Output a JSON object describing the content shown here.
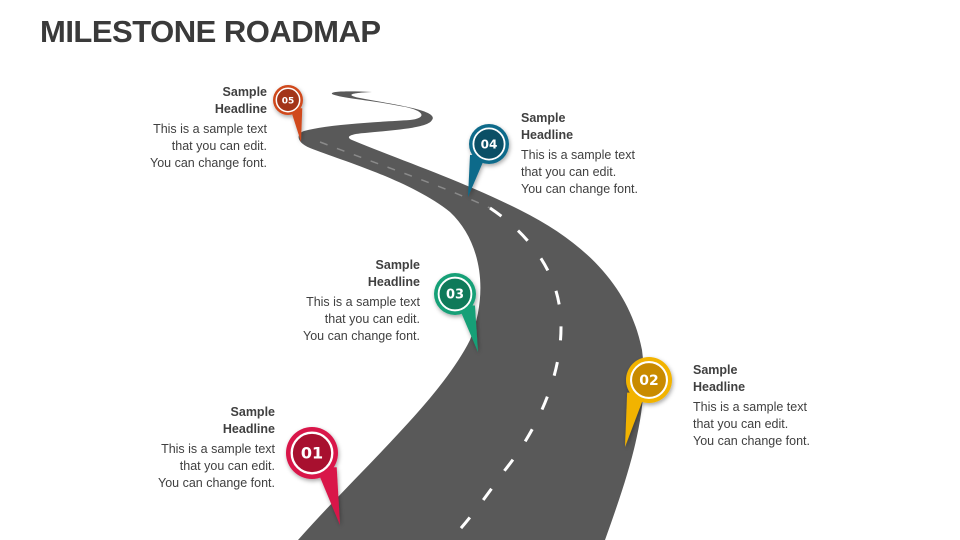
{
  "title": "MILESTONE ROADMAP",
  "milestones": [
    {
      "number": "01",
      "headline": [
        "Sample",
        "Headline"
      ],
      "text": [
        "This is a sample text",
        "that you can edit.",
        "You can change font."
      ],
      "color": "#d9154a",
      "inner": "#a8102f"
    },
    {
      "number": "02",
      "headline": [
        "Sample",
        "Headline"
      ],
      "text": [
        "This is a sample text",
        "that you can edit.",
        "You can change font."
      ],
      "color": "#f2b300",
      "inner": "#c98b00"
    },
    {
      "number": "03",
      "headline": [
        "Sample",
        "Headline"
      ],
      "text": [
        "This is a sample text",
        "that you can edit.",
        "You can change font."
      ],
      "color": "#17a077",
      "inner": "#0f7a5a"
    },
    {
      "number": "04",
      "headline": [
        "Sample",
        "Headline"
      ],
      "text": [
        "This is a sample text",
        "that you can edit.",
        "You can change font."
      ],
      "color": "#0e6a8a",
      "inner": "#0b4f66"
    },
    {
      "number": "05",
      "headline": [
        "Sample",
        "Headline"
      ],
      "text": [
        "This is a sample text",
        "that you can edit.",
        "You can change font."
      ],
      "color": "#d04a1e",
      "inner": "#a33418"
    }
  ],
  "road_color": "#595959"
}
